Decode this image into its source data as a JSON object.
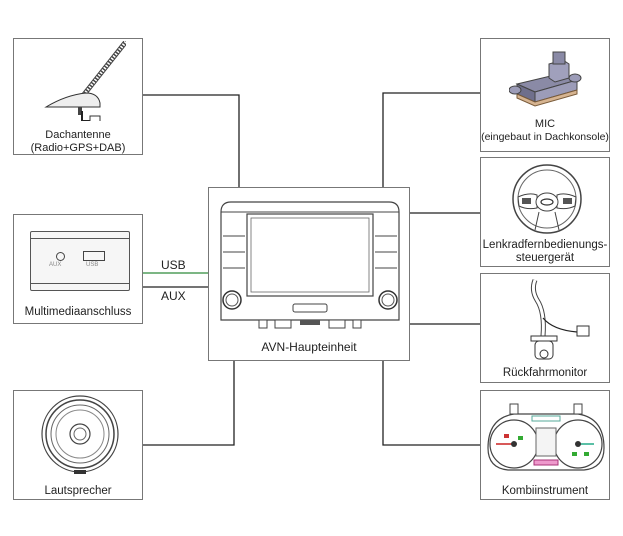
{
  "diagram": {
    "central_unit": {
      "label": "AVN-Haupteinheit"
    },
    "components": [
      {
        "id": "roof-antenna",
        "label_line1": "Dachantenne",
        "label_line2": "(Radio+GPS+DAB)"
      },
      {
        "id": "multimedia-port",
        "label_line1": "Multimediaanschluss",
        "port_aux": "AUX",
        "port_usb": "USB"
      },
      {
        "id": "speaker",
        "label_line1": "Lautsprecher"
      },
      {
        "id": "mic",
        "label_line1": "MIC",
        "label_line2": "(eingebaut in Dachkonsole)"
      },
      {
        "id": "steering-remote",
        "label_line1": "Lenkradfernbedienungs-",
        "label_line2": "steuergerät"
      },
      {
        "id": "rear-camera",
        "label_line1": "Rückfahrmonitor"
      },
      {
        "id": "cluster",
        "label_line1": "Kombiinstrument"
      }
    ],
    "wires": {
      "usb": "USB",
      "aux": "AUX"
    },
    "colors": {
      "usb_wire": "#2e8b3a",
      "wire": "#222222",
      "border": "#777777"
    }
  }
}
